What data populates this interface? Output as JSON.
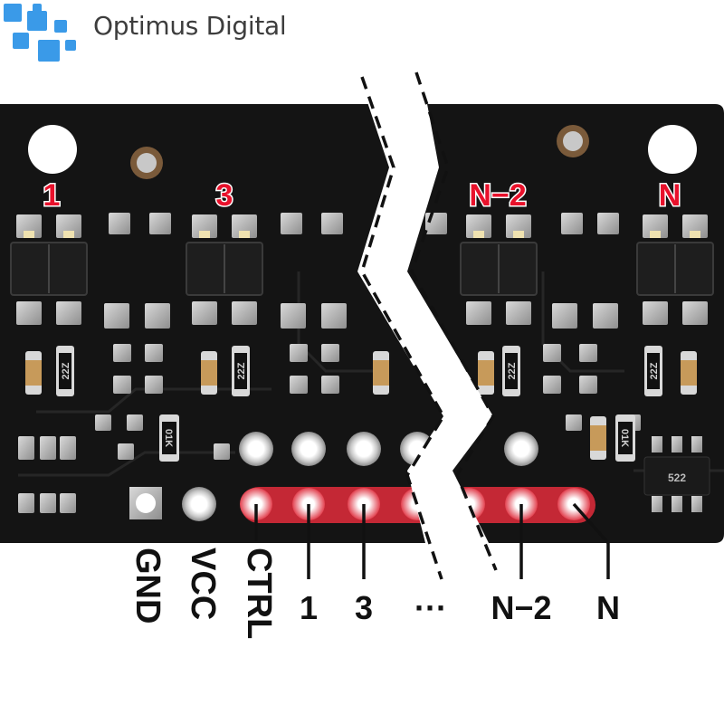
{
  "brand": {
    "name": "Optimus Digital",
    "logo_color": "#3a9ae8"
  },
  "board": {
    "color": "#141414",
    "sensor_labels": [
      "1",
      "3",
      "N−2",
      "N"
    ],
    "sensor_label_color": "#e8112b",
    "component_marks": {
      "resistor_code": "22Z",
      "bottom_resistor_code": "01K",
      "ic_code": "522"
    },
    "pin_labels": [
      "GND",
      "VCC",
      "CTRL",
      "1",
      "3",
      "···",
      "N−2",
      "N"
    ],
    "highlight_color": "#d42a38"
  }
}
